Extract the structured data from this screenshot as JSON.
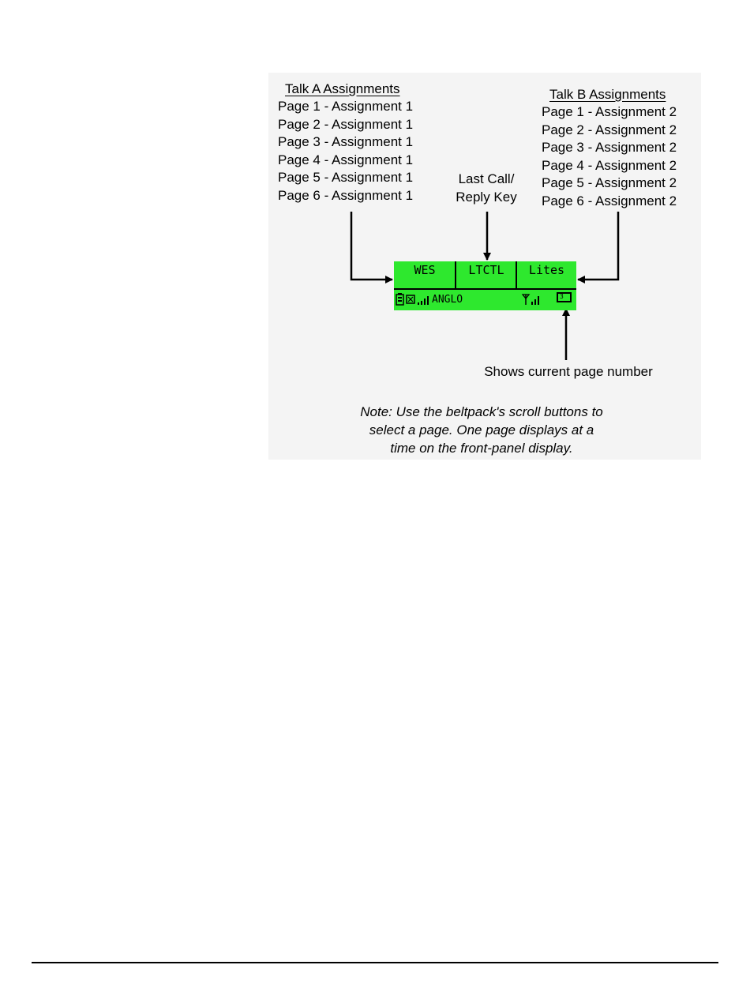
{
  "talk_a": {
    "heading": "Talk A Assignments",
    "items": [
      "Page 1 - Assignment 1",
      "Page 2 - Assignment 1",
      "Page 3 - Assignment 1",
      "Page 4 - Assignment 1",
      "Page 5 - Assignment 1",
      "Page 6 - Assignment 1"
    ]
  },
  "talk_b": {
    "heading": "Talk B Assignments",
    "items": [
      "Page 1 - Assignment 2",
      "Page 2 - Assignment 2",
      "Page 3 - Assignment 2",
      "Page 4 - Assignment 2",
      "Page 5 - Assignment 2",
      "Page 6 - Assignment 2"
    ]
  },
  "last_call": {
    "line1": "Last Call/",
    "line2": "Reply Key"
  },
  "display": {
    "key_left": "WES",
    "key_center": "LTCTL",
    "key_right": "Lites",
    "status_name": "ANGLO",
    "page_number": "3",
    "background_color": "#2ee82e"
  },
  "page_callout": "Shows current page number",
  "note": {
    "line1": "Note: Use the beltpack's scroll buttons to",
    "line2": "select a page.  One page displays at a",
    "line3": "time on the front-panel display."
  }
}
